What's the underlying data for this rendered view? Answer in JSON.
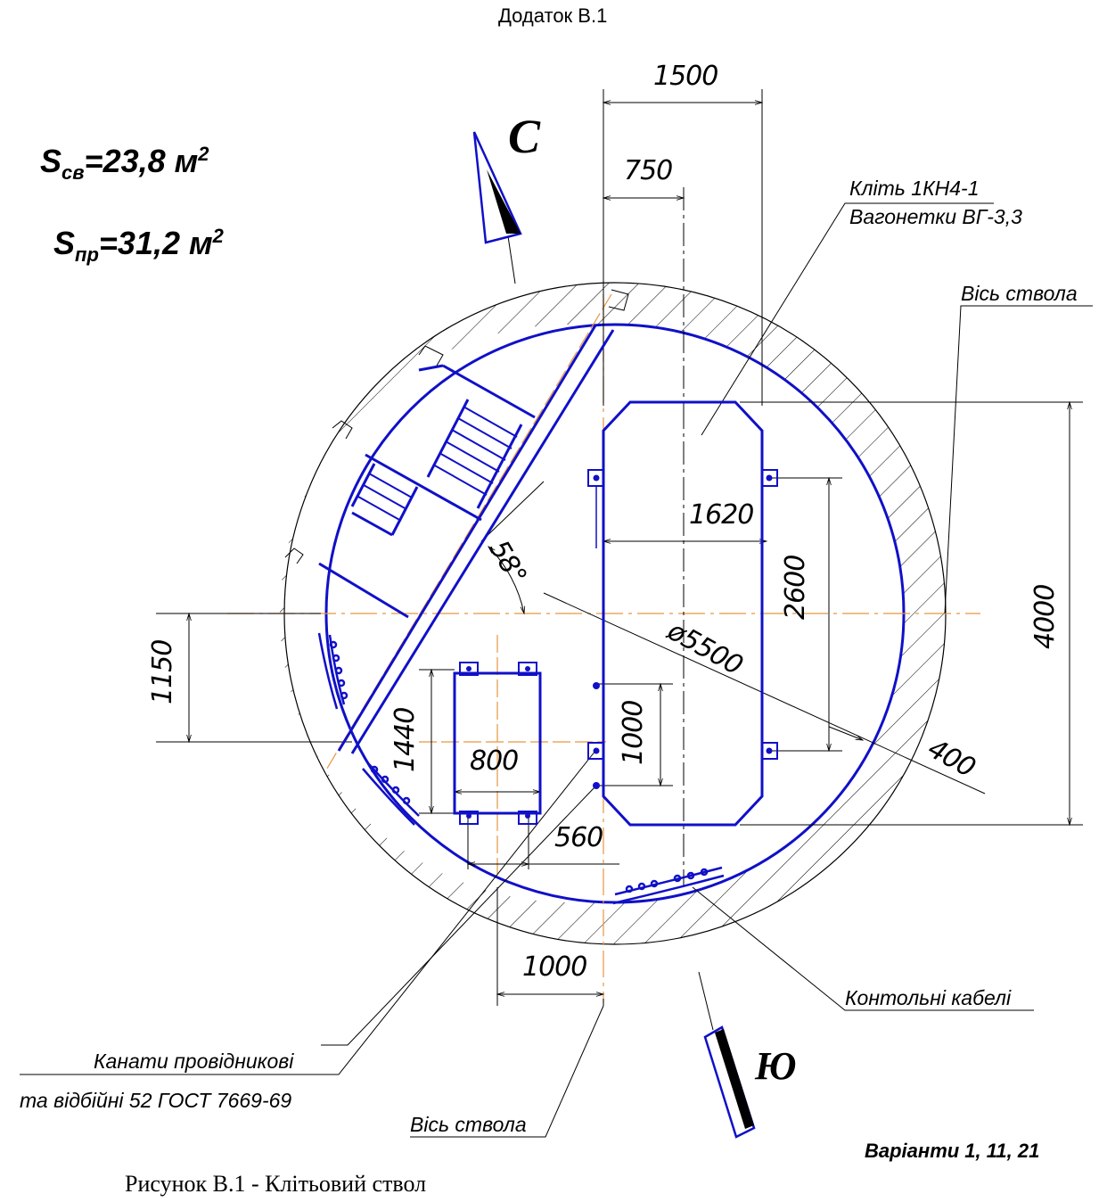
{
  "header": {
    "appendix": "Додаток В.1"
  },
  "areas": {
    "s_sv": {
      "symbol": "S",
      "sub": "св",
      "value": "=23,8 м",
      "exp": "2"
    },
    "s_pr": {
      "symbol": "S",
      "sub": "пр",
      "value": "=31,2 м",
      "exp": "2"
    }
  },
  "compass": {
    "north": "С",
    "south": "Ю"
  },
  "labels": {
    "cage_line1": "Кліть 1КН4-1",
    "cage_line2": "Вагонетки ВГ-3,3",
    "shaft_axis_top": "Вісь ствола",
    "shaft_axis_bottom": "Вісь ствола",
    "control_cables": "Контольні кабелі",
    "ropes_line1": "Канати провідникові",
    "ropes_line2": "та відбійні   52   ГОСТ 7669-69"
  },
  "dimensions": {
    "d1500": "1500",
    "d750": "750",
    "d1620": "1620",
    "d2600": "2600",
    "d4000": "4000",
    "d5500": "ø5500",
    "d400": "400",
    "d1150": "1150",
    "d1440": "1440",
    "d800": "800",
    "d1000_inner": "1000",
    "d560": "560",
    "d1000_bottom": "1000",
    "angle58": "58°"
  },
  "footer": {
    "variants": "Варіанти  1, 11, 21",
    "caption": "Рисунок В.1 - Клітьовий ствол"
  },
  "colors": {
    "blue": "#1010c8",
    "orange": "#e69640",
    "black": "#000000"
  }
}
